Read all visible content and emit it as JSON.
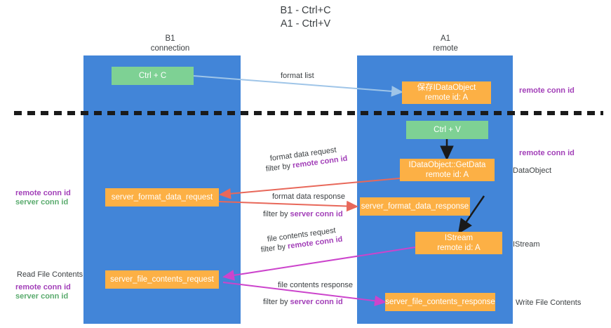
{
  "title": {
    "line1": "B1 - Ctrl+C",
    "line2": "A1 - Ctrl+V"
  },
  "columns": [
    {
      "name": "B1",
      "role": "connection"
    },
    {
      "name": "A1",
      "role": "remote"
    }
  ],
  "colors": {
    "lane": "#4285d8",
    "green_node": "#7ed194",
    "orange_node": "#fcb045",
    "remote_conn_id": "#a23fb8",
    "server_conn_id": "#5aab6e",
    "arrow_format_list": "#9fc5e8",
    "arrow_format_data": "#e8685a",
    "arrow_file_contents": "#cc44cc",
    "arrow_internal": "#1a1a1a",
    "divider": "#1a1a1a"
  },
  "nodes": {
    "ctrl_c": {
      "line1": "Ctrl + C",
      "line2": ""
    },
    "save_idataobject": {
      "line1": "保存IDataObject",
      "line2": "remote id: A"
    },
    "ctrl_v": {
      "line1": "Ctrl + V",
      "line2": ""
    },
    "getdata": {
      "line1": "IDataObject::GetData",
      "line2": "remote id: A"
    },
    "server_format_data_request": {
      "line1": "server_format_data_request",
      "line2": ""
    },
    "server_format_data_response": {
      "line1": "server_format_data_response",
      "line2": ""
    },
    "istream": {
      "line1": "IStream",
      "line2": "remote id: A"
    },
    "server_file_contents_request": {
      "line1": "server_file_contents_request",
      "line2": ""
    },
    "server_file_contents_response": {
      "line1": "server_file_contents_response",
      "line2": ""
    }
  },
  "edge_labels": {
    "format_list": "format list",
    "format_data_request": "format data request",
    "format_data_request_filter_prefix": "filter by ",
    "format_data_request_filter_key": "remote conn id",
    "format_data_response": "format data response",
    "format_data_response_filter_prefix": "filter by ",
    "format_data_response_filter_key": "server conn id",
    "file_contents_request": "file contents request",
    "file_contents_request_filter_prefix": "filter by ",
    "file_contents_request_filter_key": "remote conn id",
    "file_contents_response": "file contents response",
    "file_contents_response_filter_prefix": "filter by ",
    "file_contents_response_filter_key": "server conn id"
  },
  "annotations": {
    "right_top_remote_conn_id": "remote conn id",
    "right_mid_remote_conn_id": "remote conn id",
    "right_dataobject": "DataObject",
    "right_istream": "IStream",
    "right_write_file_contents": "Write File Contents",
    "left_remote_conn_id": "remote conn id",
    "left_server_conn_id": "server conn id",
    "left_read_file_contents": "Read File Contents",
    "left_bottom_remote_conn_id": "remote conn id",
    "left_bottom_server_conn_id": "server conn id"
  }
}
